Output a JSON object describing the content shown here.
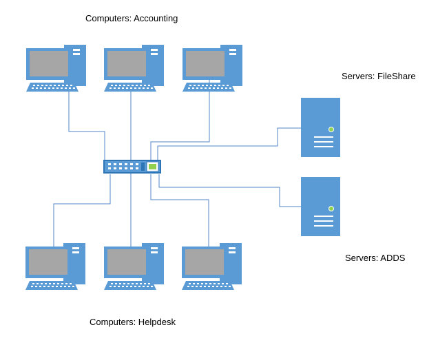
{
  "labels": {
    "accounting": "Computers: Accounting",
    "helpdesk": "Computers: Helpdesk",
    "fileshare": "Servers: FileShare",
    "adds": "Servers: ADDS"
  },
  "colors": {
    "device_blue": "#5b9bd5",
    "device_dark": "#2e75b6",
    "screen_gray": "#a6a6a6",
    "wire": "#4f86c6",
    "switch_port": "#ffffff",
    "switch_green": "#92d050"
  },
  "groups": {
    "accounting": {
      "devices": [
        "workstation",
        "workstation",
        "workstation"
      ]
    },
    "helpdesk": {
      "devices": [
        "workstation",
        "workstation",
        "workstation"
      ]
    },
    "fileshare": {
      "devices": [
        "server"
      ]
    },
    "adds": {
      "devices": [
        "server"
      ]
    }
  },
  "hub": {
    "icon": "network-switch-icon"
  }
}
